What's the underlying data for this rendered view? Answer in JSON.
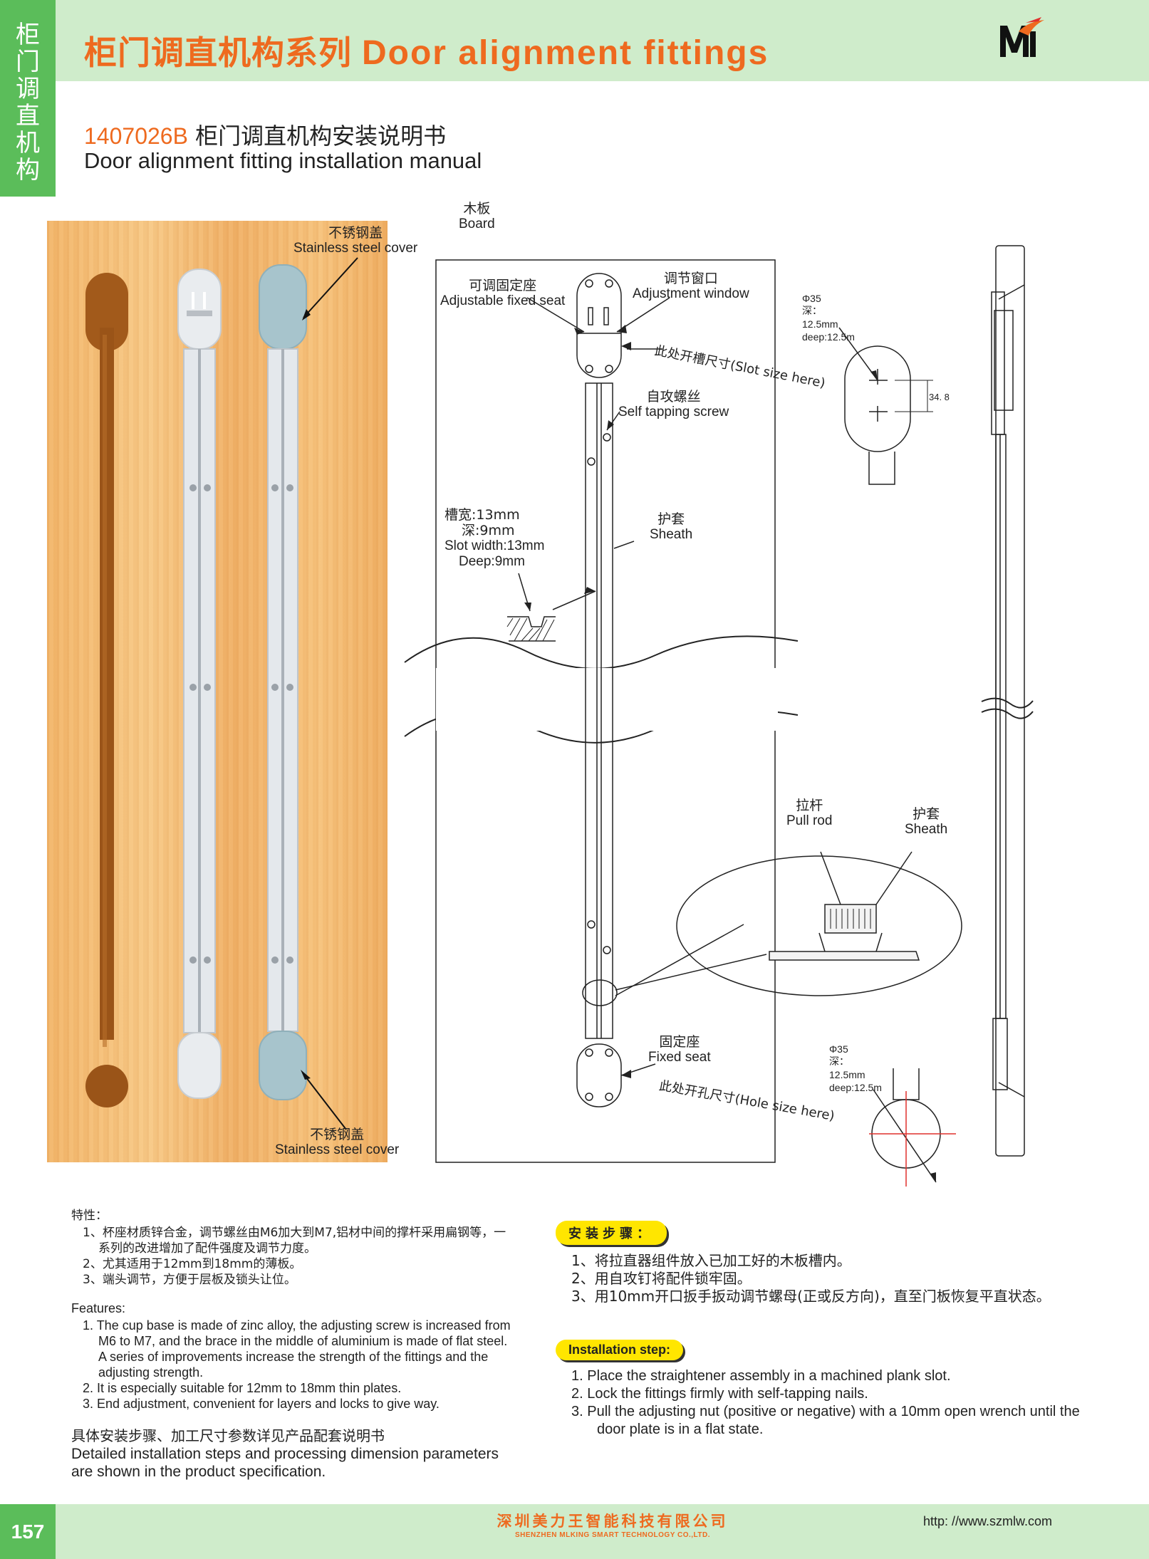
{
  "header": {
    "side_tab": [
      "柜",
      "门",
      "调",
      "直",
      "机",
      "构"
    ],
    "title_zh": "柜门调直机构系列",
    "title_en": "Door alignment fittings",
    "logo_icon": "mlking-logo-icon",
    "model_code": "1407026B",
    "manual_zh": "柜门调直机构安装说明书",
    "manual_en": "Door alignment fitting installation manual"
  },
  "colors": {
    "accent_orange": "#ee6a1f",
    "brand_green": "#5bbd5a",
    "band_green": "#cfeccb",
    "badge_yellow": "#ffe600",
    "wood": "#f4bd76"
  },
  "photo": {
    "cover_top_zh": "不锈钢盖",
    "cover_top_en": "Stainless steel cover",
    "cover_bottom_zh": "不锈钢盖",
    "cover_bottom_en": "Stainless steel cover"
  },
  "drawing": {
    "board_zh": "木板",
    "board_en": "Board",
    "adj_seat_zh": "可调固定座",
    "adj_seat_en": "Adjustable fixed seat",
    "adj_window_zh": "调节窗口",
    "adj_window_en": "Adjustment window",
    "slot_size": "此处开槽尺寸(Slot size here)",
    "screw_zh": "自攻螺丝",
    "screw_en": "Self tapping screw",
    "slot_spec": [
      "槽宽:13mm",
      "深:9mm",
      "Slot width:13mm",
      "Deep:9mm"
    ],
    "sheath_zh": "护套",
    "sheath_en": "Sheath",
    "pull_rod_zh": "拉杆",
    "pull_rod_en": "Pull rod",
    "sheath2_zh": "护套",
    "sheath2_en": "Sheath",
    "fixed_seat_zh": "固定座",
    "fixed_seat_en": "Fixed seat",
    "hole_size": "此处开孔尺寸(Hole size here)",
    "dim_top": [
      "Φ35",
      "深：",
      "12.5mm",
      "deep:12.5m"
    ],
    "dim_top_value": "34. 8",
    "dim_bottom": [
      "Φ35",
      "深：",
      "12.5mm",
      "deep:12.5m"
    ]
  },
  "features": {
    "head_zh": "特性：",
    "items_zh": [
      "1、杯座材质锌合金，调节螺丝由M6加大到M7,铝材中间的撑杆采用扁钢等，一系列的改进增加了配件强度及调节力度。",
      "2、尤其适用于12mm到18mm的薄板。",
      "3、端头调节，方便于层板及锁头让位。"
    ],
    "head_en": "Features:",
    "items_en": [
      "1. The cup base is made of zinc alloy, the adjusting screw is increased from M6 to M7, and the brace in the middle of aluminium is made of flat steel. A series of improvements increase the strength of the fittings and the adjusting strength.",
      "2. It is especially suitable for 12mm to 18mm thin plates.",
      "3. End adjustment, convenient for layers and locks to give way."
    ],
    "note_zh": "具体安装步骤、加工尺寸参数详见产品配套说明书",
    "note_en": "Detailed installation steps and processing dimension parameters are shown in the product specification."
  },
  "install": {
    "badge_zh": "安装步骤：",
    "steps_zh": [
      "1、将拉直器组件放入已加工好的木板槽内。",
      "2、用自攻钉将配件锁牢固。",
      "3、用10mm开口扳手扳动调节螺母(正或反方向)，直至门板恢复平直状态。"
    ],
    "badge_en": "Installation step:",
    "steps_en": [
      "1. Place the straightener assembly in a machined plank slot.",
      "2. Lock the fittings firmly with self-tapping nails.",
      "3. Pull the adjusting nut (positive or negative) with a 10mm open wrench until the door plate is in a flat state."
    ]
  },
  "footer": {
    "page_number": "157",
    "company_zh": "深圳美力王智能科技有限公司",
    "company_en": "SHENZHEN MLKING SMART TECHNOLOGY CO.,LTD.",
    "url": "http: //www.szmlw.com"
  }
}
